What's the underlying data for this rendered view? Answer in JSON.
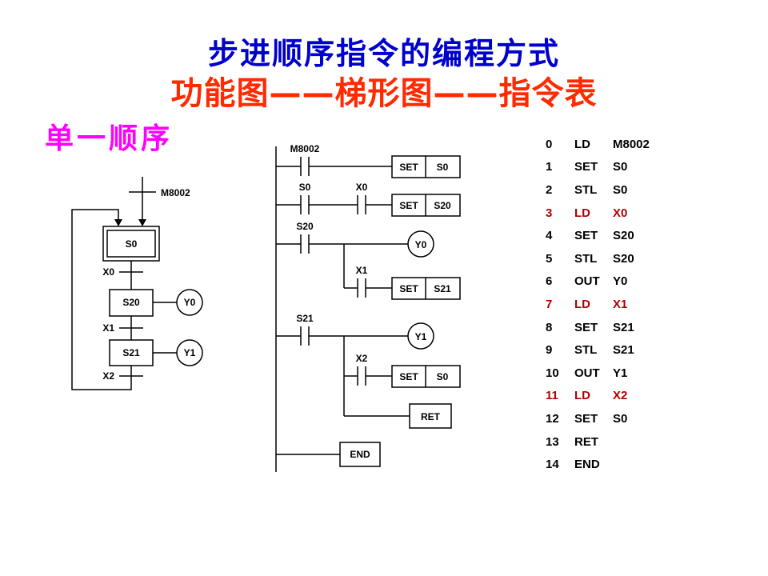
{
  "title": "步进顺序指令的编程方式",
  "subtitle": "功能图——梯形图——指令表",
  "section_label": "单一顺序",
  "colors": {
    "title": "#0000cc",
    "subtitle": "#ff2a00",
    "section": "#ff00ff",
    "instruction_highlight": "#b00000"
  },
  "sfc": {
    "entry_label": "M8002",
    "step0": "S0",
    "trans0": "X0",
    "step1": "S20",
    "out1": "Y0",
    "trans1": "X1",
    "step2": "S21",
    "out2": "Y1",
    "trans2": "X2"
  },
  "ladder": {
    "contact_m8002": "M8002",
    "contact_s0": "S0",
    "contact_x0": "X0",
    "contact_s20": "S20",
    "contact_x1": "X1",
    "contact_s21": "S21",
    "contact_x2": "X2",
    "set_label": "SET",
    "set1_operand": "S0",
    "set2_operand": "S20",
    "set3_operand": "S21",
    "set4_operand": "S0",
    "coil_y0": "Y0",
    "coil_y1": "Y1",
    "ret_label": "RET",
    "end_label": "END"
  },
  "instructions": [
    {
      "step": "0",
      "op": "LD",
      "operand": "M8002",
      "variant": "black"
    },
    {
      "step": "1",
      "op": "SET",
      "operand": "S0",
      "variant": "black"
    },
    {
      "step": "2",
      "op": "STL",
      "operand": "S0",
      "variant": "black"
    },
    {
      "step": "3",
      "op": "LD",
      "operand": "X0",
      "variant": "red"
    },
    {
      "step": "4",
      "op": "SET",
      "operand": "S20",
      "variant": "black"
    },
    {
      "step": "5",
      "op": "STL",
      "operand": "S20",
      "variant": "black"
    },
    {
      "step": "6",
      "op": "OUT",
      "operand": "Y0",
      "variant": "black"
    },
    {
      "step": "7",
      "op": "LD",
      "operand": "X1",
      "variant": "red"
    },
    {
      "step": "8",
      "op": "SET",
      "operand": "S21",
      "variant": "black"
    },
    {
      "step": "9",
      "op": "STL",
      "operand": "S21",
      "variant": "black"
    },
    {
      "step": "10",
      "op": "OUT",
      "operand": "Y1",
      "variant": "black"
    },
    {
      "step": "11",
      "op": "LD",
      "operand": "X2",
      "variant": "red"
    },
    {
      "step": "12",
      "op": "SET",
      "operand": "S0",
      "variant": "black"
    },
    {
      "step": "13",
      "op": "RET",
      "operand": "",
      "variant": "black"
    },
    {
      "step": "14",
      "op": "END",
      "operand": "",
      "variant": "black"
    }
  ]
}
